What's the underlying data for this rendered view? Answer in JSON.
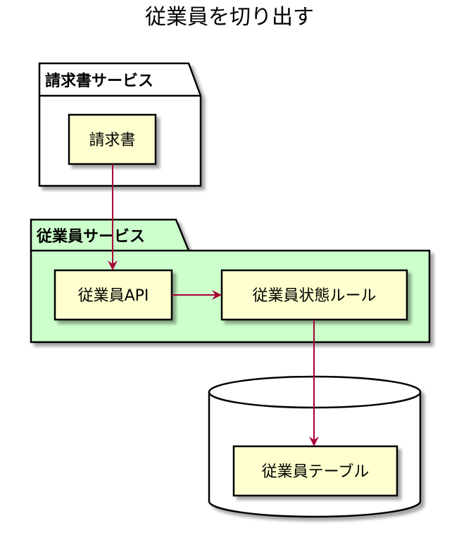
{
  "diagram": {
    "title": "従業員を切り出す",
    "packages": {
      "invoice_service": {
        "label": "請求書サービス",
        "fill": "#ffffff"
      },
      "employee_service": {
        "label": "従業員サービス",
        "fill": "#ccffcc"
      }
    },
    "components": {
      "invoice": {
        "label": "請求書"
      },
      "employee_api": {
        "label": "従業員API"
      },
      "employee_status_rule": {
        "label": "従業員状態ルール"
      },
      "employee_table": {
        "label": "従業員テーブル"
      }
    },
    "colors": {
      "component_fill": "#fefece",
      "arrow": "#a80036",
      "border": "#000000"
    }
  }
}
